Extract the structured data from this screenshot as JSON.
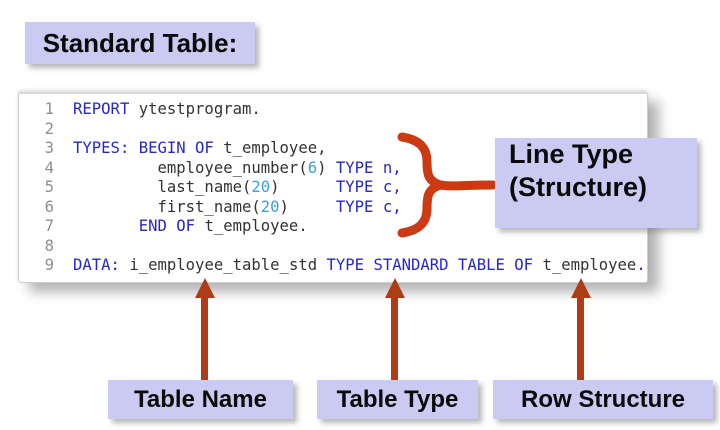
{
  "header": {
    "label": "Standard Table:"
  },
  "code": {
    "lines": [
      {
        "no": "1",
        "tokens": [
          [
            "kw",
            "REPORT "
          ],
          [
            "id",
            "ytestprogram."
          ]
        ]
      },
      {
        "no": "2",
        "tokens": []
      },
      {
        "no": "3",
        "tokens": [
          [
            "kw",
            "TYPES: BEGIN OF "
          ],
          [
            "id",
            "t_employee,"
          ]
        ]
      },
      {
        "no": "4",
        "tokens": [
          [
            "id",
            "         employee_number("
          ],
          [
            "num",
            "6"
          ],
          [
            "id",
            ") "
          ],
          [
            "kw",
            "TYPE n,"
          ]
        ]
      },
      {
        "no": "5",
        "tokens": [
          [
            "id",
            "         last_name("
          ],
          [
            "num",
            "20"
          ],
          [
            "id",
            ")      "
          ],
          [
            "kw",
            "TYPE c,"
          ]
        ]
      },
      {
        "no": "6",
        "tokens": [
          [
            "id",
            "         first_name("
          ],
          [
            "num",
            "20"
          ],
          [
            "id",
            ")     "
          ],
          [
            "kw",
            "TYPE c,"
          ]
        ]
      },
      {
        "no": "7",
        "tokens": [
          [
            "id",
            "       "
          ],
          [
            "kw",
            "END OF "
          ],
          [
            "id",
            "t_employee."
          ]
        ]
      },
      {
        "no": "8",
        "tokens": []
      },
      {
        "no": "9",
        "tokens": [
          [
            "kw",
            "DATA: "
          ],
          [
            "id",
            "i_employee_table_std "
          ],
          [
            "kw",
            "TYPE STANDARD TABLE OF "
          ],
          [
            "id",
            "t_employee"
          ],
          [
            "kw",
            "."
          ]
        ]
      }
    ]
  },
  "annotations": {
    "line_type": {
      "line1": "Line Type",
      "line2": "(Structure)"
    },
    "bottom_labels": [
      {
        "label": "Table Name"
      },
      {
        "label": "Table Type"
      },
      {
        "label": "Row Structure"
      }
    ]
  },
  "colors": {
    "lavender": "#cacaf2",
    "arrow": "#ad3d14",
    "brace": "#cb3a12",
    "keyword": "#2727c8",
    "identifier": "#333333",
    "number": "#3f9fdf",
    "line_number": "#8f8f8f"
  }
}
